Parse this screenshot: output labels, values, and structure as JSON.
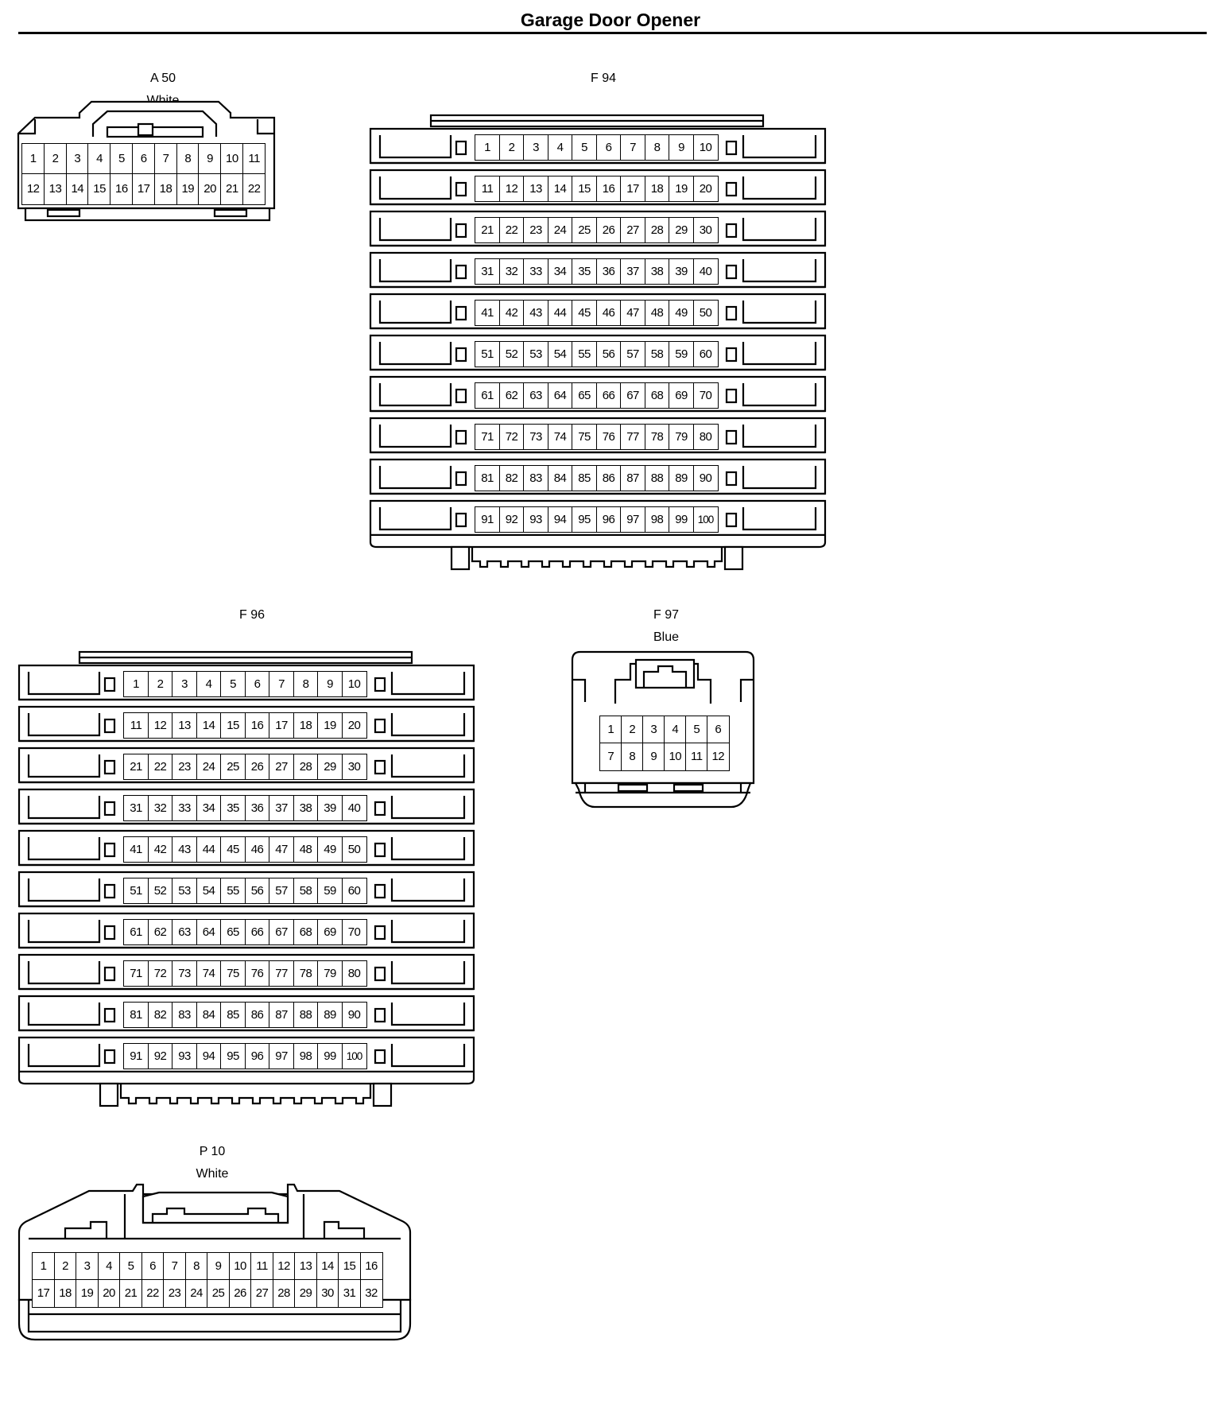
{
  "title": "Garage Door Opener",
  "connectors": [
    {
      "id": "A 50",
      "color": "White",
      "type": "12-wide",
      "rows": 2,
      "cols": 11,
      "pin_count": 22
    },
    {
      "id": "F 94",
      "color": "",
      "type": "stack",
      "rows": 10,
      "cols": 10,
      "pin_count": 100
    },
    {
      "id": "F 96",
      "color": "",
      "type": "stack",
      "rows": 10,
      "cols": 10,
      "pin_count": 100
    },
    {
      "id": "F 97",
      "color": "Blue",
      "type": "small",
      "rows": 2,
      "cols": 6,
      "pin_count": 12
    },
    {
      "id": "P 10",
      "color": "White",
      "type": "wide",
      "rows": 2,
      "cols": 16,
      "pin_count": 32
    }
  ]
}
